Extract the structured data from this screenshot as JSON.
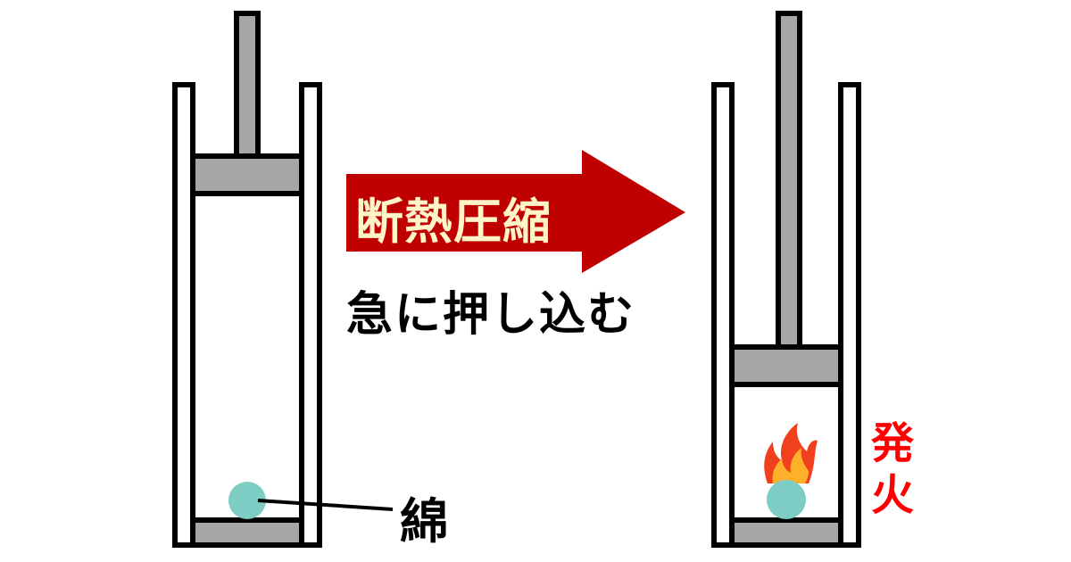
{
  "labels": {
    "process": "断熱圧縮",
    "action": "急に押し込む",
    "cotton": "綿",
    "ignition": "発火"
  },
  "colors": {
    "arrow": "#bf0000",
    "arrow_text": "#fff3c8",
    "piston": "#a6a6a6",
    "cotton": "#7ecdc4",
    "ignition_text": "#ff0000",
    "flame_outer": "#f0401e",
    "flame_inner": "#ffb02a"
  },
  "icons": {
    "flame": "flame-icon",
    "cotton_ball": "cotton-ball-icon"
  }
}
